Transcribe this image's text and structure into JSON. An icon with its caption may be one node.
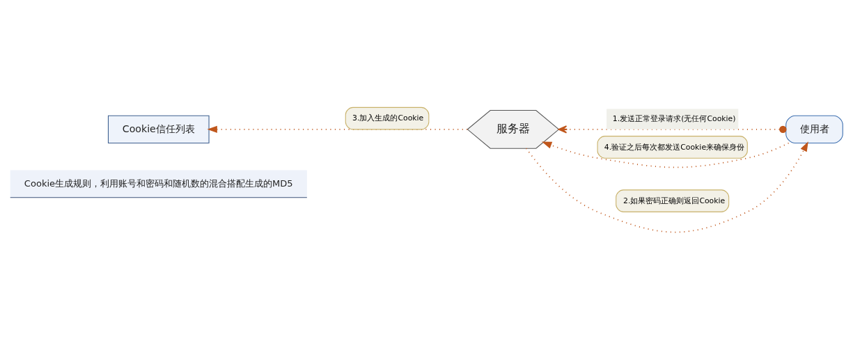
{
  "diagram": {
    "nodes": [
      {
        "text": [
          "Cookie信任列表"
        ]
      },
      {
        "text": [
          "使用者"
        ]
      },
      {
        "text": [
          "服务器"
        ]
      },
      {
        "text": [
          "Cookie生成规则，利用账号和密码和随机数的混合搭配生成的MD5"
        ]
      }
    ],
    "edges": [
      {
        "from": 1,
        "to": 2,
        "arrow": "to",
        "label": "1.发送正常登录请求(无任何Cookie)",
        "style": "dashed"
      },
      {
        "from": 2,
        "to": 1,
        "arrow": "to",
        "label": "2.如果密码正确则返回Cookie",
        "style": "dashed"
      },
      {
        "from": 2,
        "to": 0,
        "arrow": "to",
        "label": "3.加入生成的Cookie",
        "style": "dashed"
      },
      {
        "from": 1,
        "to": 2,
        "arrow": "to",
        "label": "4.验证之后每次都发送Cookie来确保身份",
        "style": "dashed"
      }
    ]
  }
}
